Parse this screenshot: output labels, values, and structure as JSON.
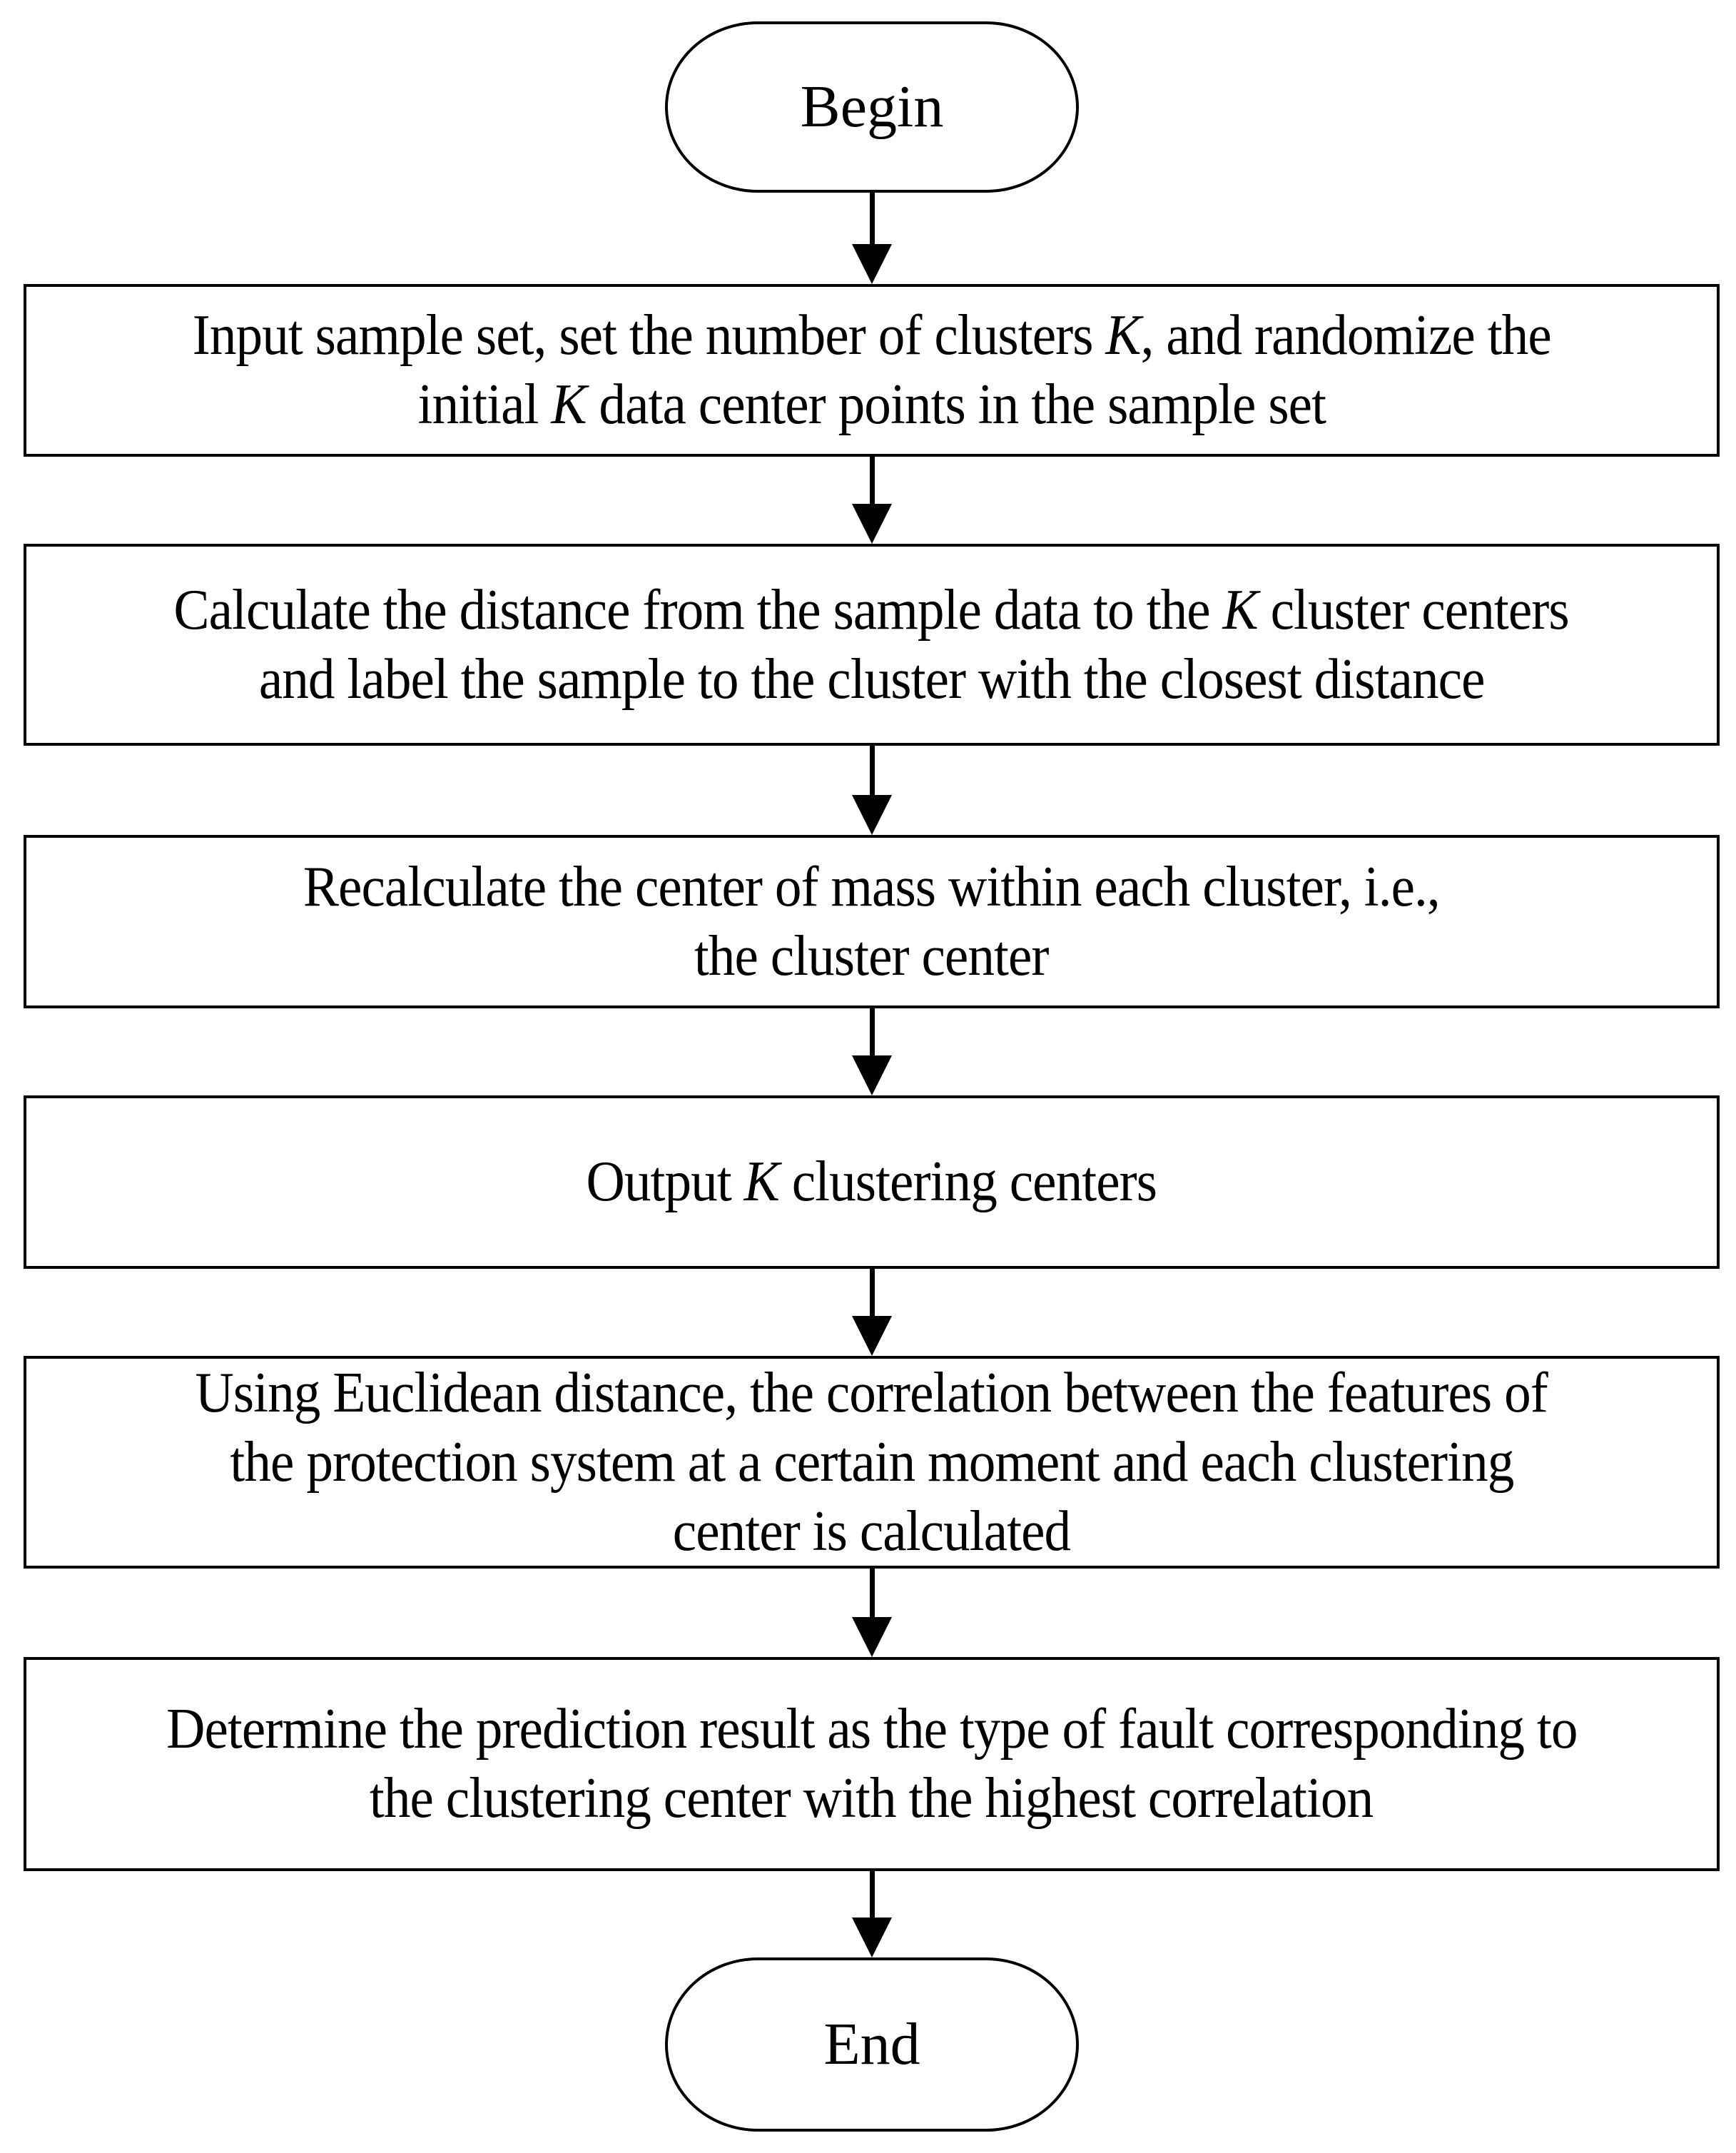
{
  "page": {
    "background": "#ffffff",
    "ink": "#000000"
  },
  "nodes": {
    "begin": {
      "label": "Begin"
    },
    "step1": {
      "lines": [
        "Input sample set, set the number of clusters *K*, and randomize the",
        "initial *K* data center points in the sample set"
      ]
    },
    "step2": {
      "lines": [
        "Calculate the distance from the sample data to the *K* cluster centers",
        "and label the sample to the cluster with the closest distance"
      ]
    },
    "step3": {
      "lines": [
        "Recalculate the center of mass within each cluster, i.e.,",
        "the cluster center"
      ]
    },
    "step4": {
      "lines": [
        "Output *K* clustering centers"
      ]
    },
    "step5": {
      "lines": [
        "Using Euclidean distance, the correlation between the features of",
        "the protection system at a certain moment and each clustering",
        "center is calculated"
      ]
    },
    "step6": {
      "lines": [
        "Determine the prediction result as the type of fault corresponding to",
        "the clustering center with the highest correlation"
      ]
    },
    "end": {
      "label": "End"
    }
  }
}
